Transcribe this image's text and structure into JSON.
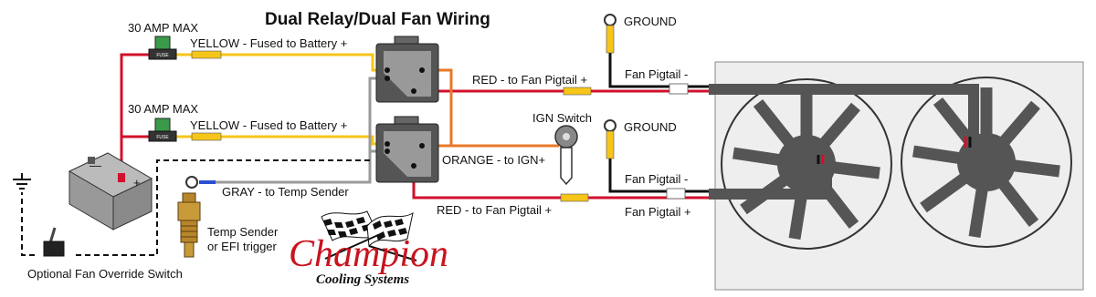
{
  "title": "Dual Relay/Dual Fan Wiring",
  "labels": {
    "amp_max_top": "30 AMP MAX",
    "amp_max_bottom": "30 AMP MAX",
    "yellow_top": "YELLOW - Fused to Battery +",
    "yellow_bottom": "YELLOW - Fused to Battery +",
    "red_top": "RED - to Fan Pigtail +",
    "red_bottom": "RED - to Fan Pigtail +",
    "ground_top": "GROUND",
    "ground_bottom": "GROUND",
    "ign_switch": "IGN Switch",
    "orange": "ORANGE - to IGN+",
    "gray": "GRAY - to Temp Sender",
    "fan_pigtail_minus_top": "Fan Pigtail -",
    "fan_pigtail_minus_bottom": "Fan Pigtail -",
    "fan_pigtail_plus": "Fan Pigtail +",
    "temp_sender_line1": "Temp Sender",
    "temp_sender_line2": "or EFI trigger",
    "override_switch": "Optional Fan Override Switch",
    "fuse_text": "FUSE",
    "battery_plus": "+",
    "battery_minus": "—"
  },
  "brand": {
    "name": "Champion",
    "sub": "Cooling Systems"
  },
  "colors": {
    "red_wire": "#d0112b",
    "yellow_wire": "#f6c51a",
    "orange_wire": "#e8782a",
    "gray_wire": "#9a9a9a",
    "black_wire": "#111111",
    "blue_wire": "#2a4fd1",
    "relay": "#555555",
    "radiator": "#eeeeee",
    "fan_hub": "#555555",
    "brand_red": "#c8141e"
  }
}
